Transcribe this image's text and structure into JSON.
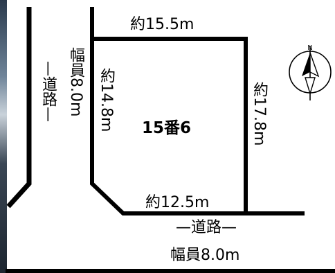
{
  "lot": {
    "number": "15番6"
  },
  "dimensions": {
    "top": "約15.5m",
    "bottom": "約12.5m",
    "left": "約14.8m",
    "right": "約17.8m"
  },
  "roads": {
    "west": {
      "name": "—道路—",
      "width": "幅員8.0m"
    },
    "south": {
      "name": "—道路—",
      "width": "幅員8.0m"
    }
  },
  "compass": {
    "north_label": "N"
  }
}
